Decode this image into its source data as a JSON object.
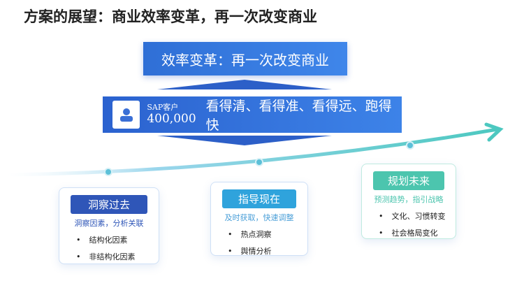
{
  "title": "方案的展望：商业效率变革，再一次改变商业",
  "banner": "效率变革：再一次改变商业",
  "customer": {
    "label": "SAP客户",
    "count": "400,000",
    "slogan": "看得清、看得准、看得远、跑得快"
  },
  "stages": [
    {
      "heading": "洞察过去",
      "subtitle": "洞察因素，分析关联",
      "items": [
        "结构化因素",
        "非结构化因素"
      ],
      "color": "#2f56b8"
    },
    {
      "heading": "指导现在",
      "subtitle": "及时获取，快速调整",
      "items": [
        "热点洞察",
        "舆情分析"
      ],
      "color": "#2fa3dc"
    },
    {
      "heading": "规划未来",
      "subtitle": "预测趋势，指引战略",
      "items": [
        "文化、习惯转变",
        "社会格局变化"
      ],
      "color": "#4cc5ae"
    }
  ]
}
